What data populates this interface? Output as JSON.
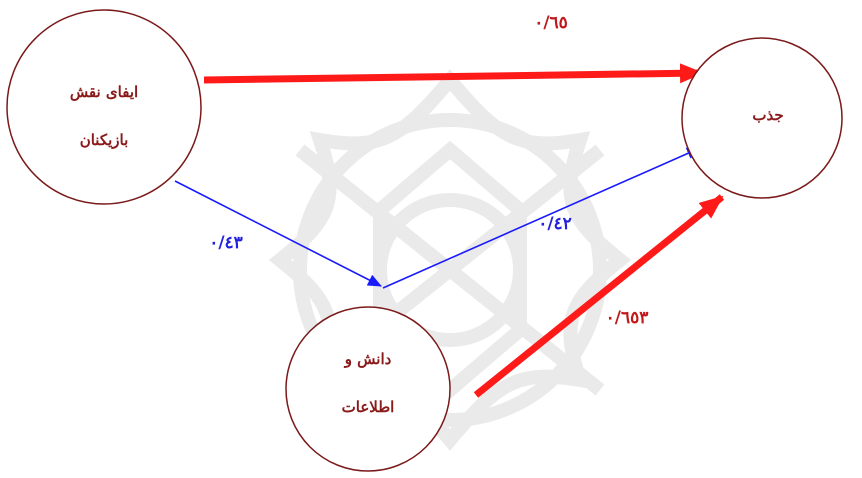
{
  "nodes": {
    "role_playing": {
      "line1": "ایفای نقش",
      "line2": "بازیکنان"
    },
    "attraction": {
      "label": "جذب"
    },
    "knowledge": {
      "line1": "دانش و",
      "line2": "اطلاعات"
    }
  },
  "edges": {
    "role_to_attraction": {
      "label": "۰/٦٥",
      "color": "#ff1a1a"
    },
    "role_to_knowledge": {
      "label": "۰/٤٣",
      "color": "#1a1aff"
    },
    "knowledge_to_attraction_blue": {
      "label": "۰/٤٢",
      "color": "#1a1aff"
    },
    "knowledge_to_attraction_red": {
      "label": "۰/٦٥٣",
      "color": "#ff1a1a"
    }
  },
  "colors": {
    "node_border": "#7a1a1a",
    "node_text": "#8b1a1a",
    "watermark": "#e6e6e6"
  }
}
